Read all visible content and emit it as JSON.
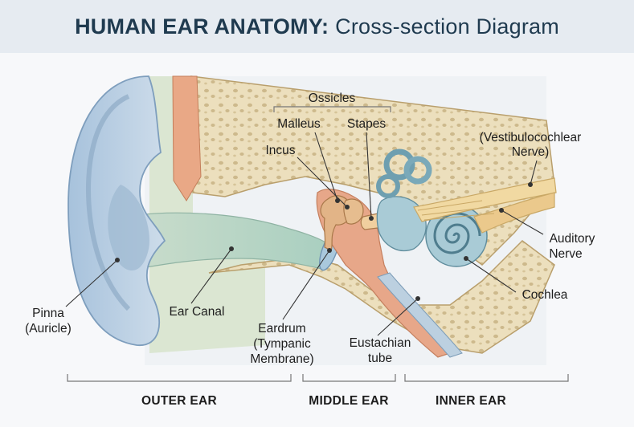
{
  "title": {
    "bold": "HUMAN EAR ANATOMY:",
    "light": "Cross-section Diagram"
  },
  "labels": {
    "ossicles": "Ossicles",
    "malleus": "Malleus",
    "stapes": "Stapes",
    "incus": "Incus",
    "vestibulocochlear_line1": "(Vestibulocochlear",
    "vestibulocochlear_line2": "Nerve)",
    "auditory_line1": "Auditory",
    "auditory_line2": "Nerve",
    "cochlea": "Cochlea",
    "pinna_line1": "Pinna",
    "pinna_line2": "(Auricle)",
    "ear_canal": "Ear Canal",
    "eardrum_line1": "Eardrum",
    "eardrum_line2": "(Tympanic",
    "eardrum_line3": "Membrane)",
    "eustachian_line1": "Eustachian",
    "eustachian_line2": "tube"
  },
  "sections": {
    "outer": "OUTER EAR",
    "middle": "MIDDLE EAR",
    "inner": "INNER EAR"
  },
  "colors": {
    "title_text": "#1f3a4f",
    "title_band": "#e6ebf1",
    "pinna": "#b9cfe3",
    "bone": "#eadcb8",
    "canal": "#cfe3c8",
    "muscle": "#e8a583",
    "inner_ear": "#a9cbd6",
    "nerve": "#f1d9a2"
  }
}
